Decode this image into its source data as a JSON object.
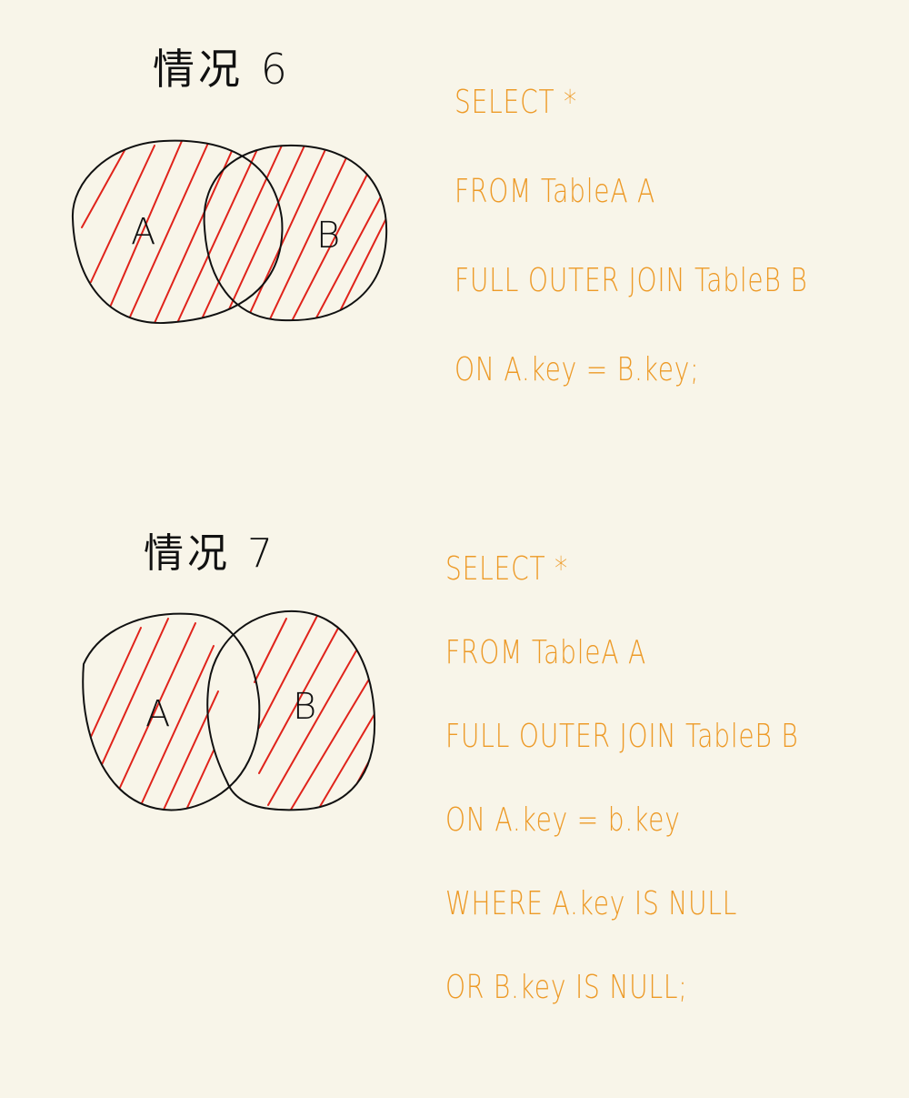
{
  "diagrams": [
    {
      "title": "情况 6",
      "set_a_label": "A",
      "set_b_label": "B",
      "sql": [
        "SELECT   *",
        "FROM  TableA  A",
        "FULL OUTER JOIN TableB B",
        "ON  A.key = B.key;"
      ]
    },
    {
      "title": "情况 7",
      "set_a_label": "A",
      "set_b_label": "B",
      "sql": [
        "SELECT   *",
        "FROM  TableA  A",
        "FULL OUTER JOIN TableB B",
        "ON  A.key = b.key",
        "WHERE  A.key IS NULL",
        "OR  B.key IS NULL;"
      ]
    }
  ],
  "colors": {
    "background": "#f8f5e9",
    "outline": "#111111",
    "hatch": "#e0231b",
    "sql_text": "#ed9a27"
  }
}
